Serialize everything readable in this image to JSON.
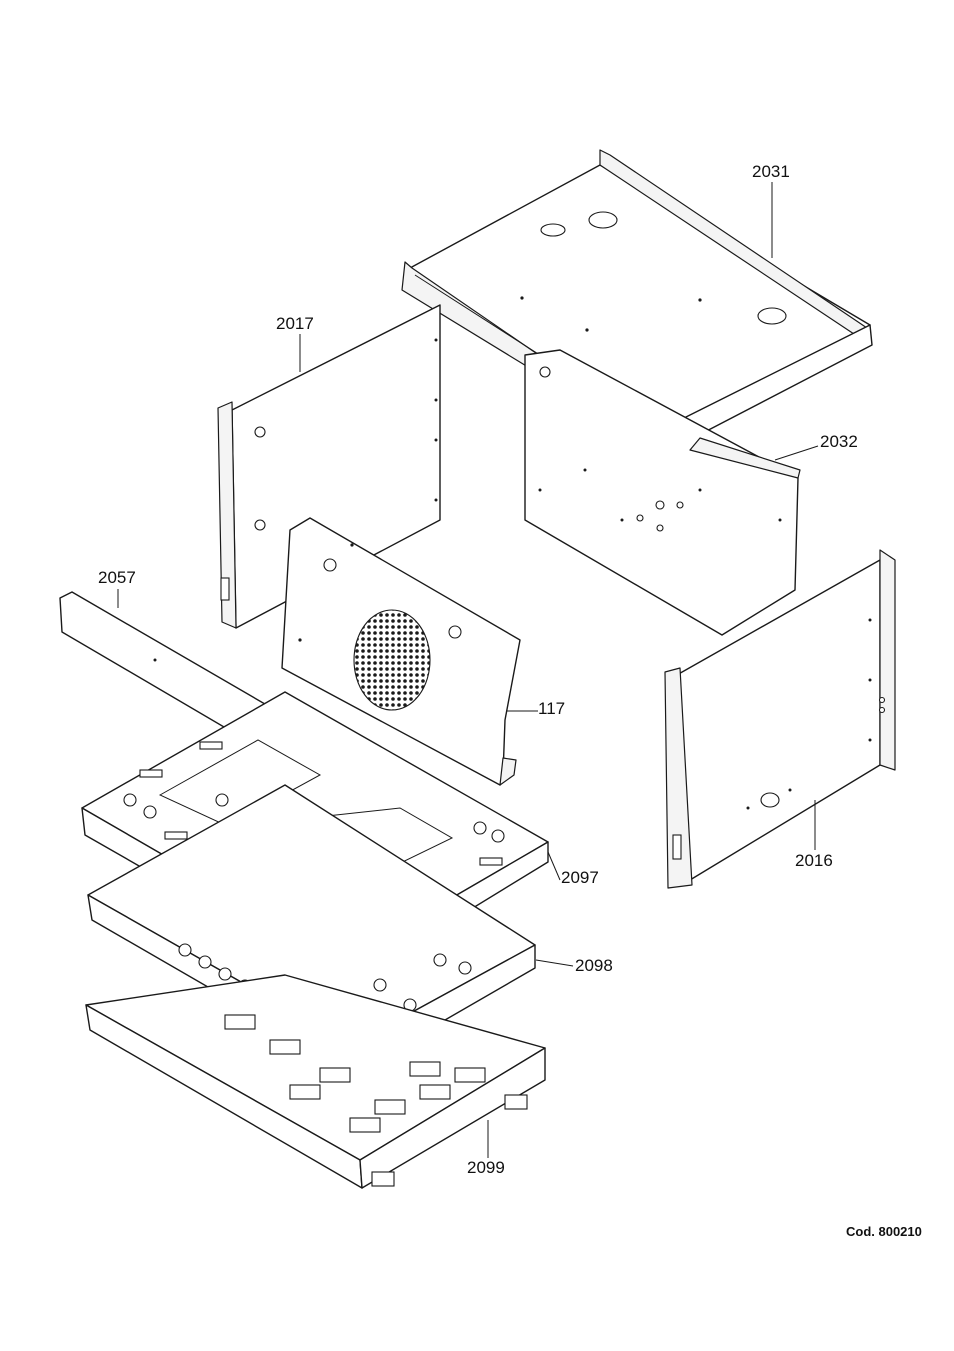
{
  "labels": {
    "p2031": "2031",
    "p2017": "2017",
    "p2032": "2032",
    "p2057": "2057",
    "p117": "117",
    "p2016": "2016",
    "p2097": "2097",
    "p2098": "2098",
    "p2099": "2099"
  },
  "code": "Cod. 800210"
}
